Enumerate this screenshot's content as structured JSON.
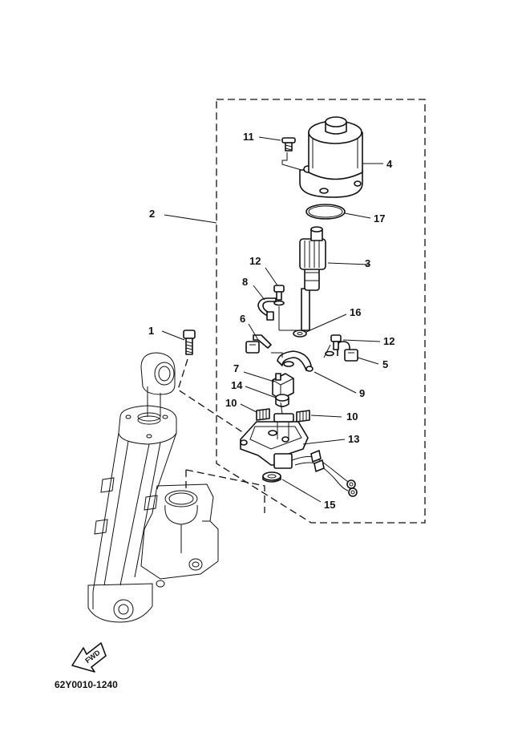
{
  "diagram": {
    "code": "62Y0010-1240",
    "fwd_label": "FWD",
    "callouts": [
      {
        "id": "c1",
        "label": "1"
      },
      {
        "id": "c2",
        "label": "2"
      },
      {
        "id": "c3",
        "label": "3"
      },
      {
        "id": "c4",
        "label": "4"
      },
      {
        "id": "c5",
        "label": "5"
      },
      {
        "id": "c6",
        "label": "6"
      },
      {
        "id": "c7",
        "label": "7"
      },
      {
        "id": "c8",
        "label": "8"
      },
      {
        "id": "c9",
        "label": "9"
      },
      {
        "id": "c10a",
        "label": "10"
      },
      {
        "id": "c10b",
        "label": "10"
      },
      {
        "id": "c11",
        "label": "11"
      },
      {
        "id": "c12a",
        "label": "12"
      },
      {
        "id": "c12b",
        "label": "12"
      },
      {
        "id": "c13",
        "label": "13"
      },
      {
        "id": "c14",
        "label": "14"
      },
      {
        "id": "c15",
        "label": "15"
      },
      {
        "id": "c16",
        "label": "16"
      },
      {
        "id": "c17",
        "label": "17"
      }
    ]
  }
}
